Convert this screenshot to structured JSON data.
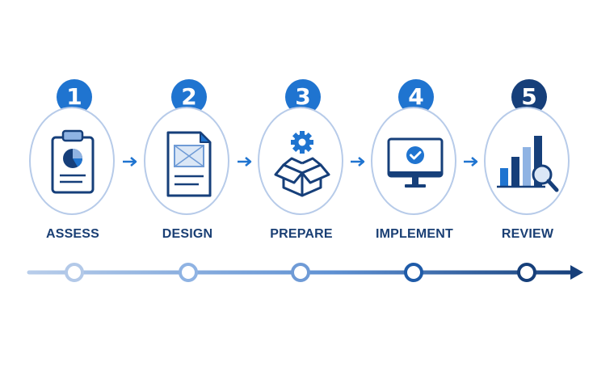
{
  "steps": [
    {
      "number": "1",
      "label": "ASSESS",
      "icon": "clipboard-chart-icon",
      "badge_color": "#1f74d0",
      "label_color": "#1a3f74"
    },
    {
      "number": "2",
      "label": "DESIGN",
      "icon": "document-icon",
      "badge_color": "#1f74d0",
      "label_color": "#1a3f74"
    },
    {
      "number": "3",
      "label": "PREPARE",
      "icon": "box-gear-icon",
      "badge_color": "#1f74d0",
      "label_color": "#1a3f74"
    },
    {
      "number": "4",
      "label": "IMPLEMENT",
      "icon": "monitor-check-icon",
      "badge_color": "#1f74d0",
      "label_color": "#1a3f74"
    },
    {
      "number": "5",
      "label": "REVIEW",
      "icon": "bar-chart-magnifier-icon",
      "badge_color": "#163f7a",
      "label_color": "#1a3f74"
    }
  ],
  "colors": {
    "primary": "#1f74d0",
    "dark": "#163f7a",
    "light": "#8fb3e3",
    "card_border": "#b7cbe9"
  }
}
